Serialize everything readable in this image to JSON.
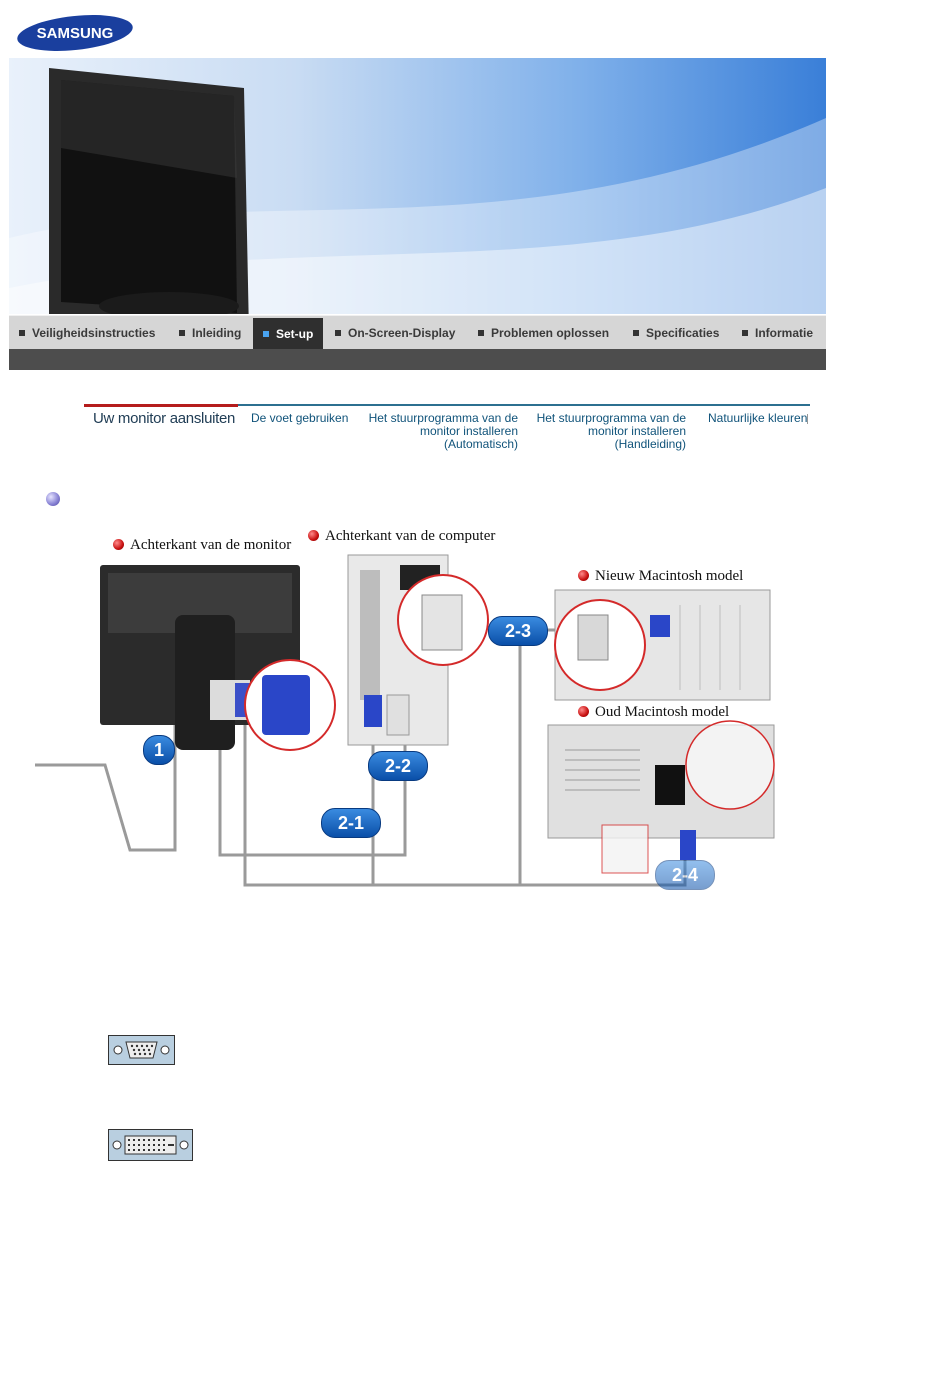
{
  "brand": {
    "logo_text": "SAMSUNG"
  },
  "nav": {
    "items": [
      {
        "label": "Veiligheidsinstructies",
        "active": false
      },
      {
        "label": "Inleiding",
        "active": false
      },
      {
        "label": "Set-up",
        "active": true
      },
      {
        "label": "On-Screen-Display",
        "active": false
      },
      {
        "label": "Problemen oplossen",
        "active": false
      },
      {
        "label": "Specificaties",
        "active": false
      },
      {
        "label": "Informatie",
        "active": false
      }
    ]
  },
  "subtabs": [
    {
      "label": "Uw monitor aansluiten"
    },
    {
      "label": "De voet gebruiken"
    },
    {
      "line1": "Het stuurprogramma van de",
      "line2": "monitor installeren",
      "line3": "(Automatisch)"
    },
    {
      "line1": "Het stuurprogramma van de",
      "line2": "monitor installeren",
      "line3": "(Handleiding)"
    },
    {
      "label": "Natuurlijke kleuren"
    }
  ],
  "diagram": {
    "labels": {
      "monitor_back": "Achterkant van de monitor",
      "computer_back": "Achterkant van  de computer",
      "new_mac": "Nieuw Macintosh model",
      "old_mac": "Oud Macintosh model"
    },
    "callouts": {
      "c1": "1",
      "c2_1": "2-1",
      "c2_2": "2-2",
      "c2_3": "2-3",
      "c2_4": "2-4"
    }
  },
  "icons": [
    "dsub-connector-icon",
    "dvi-connector-icon",
    "bullet-icon"
  ],
  "colors": {
    "accent_red": "#b51c1c",
    "nav_active": "#2f2f2f",
    "callout_blue": "#1a63c0"
  }
}
